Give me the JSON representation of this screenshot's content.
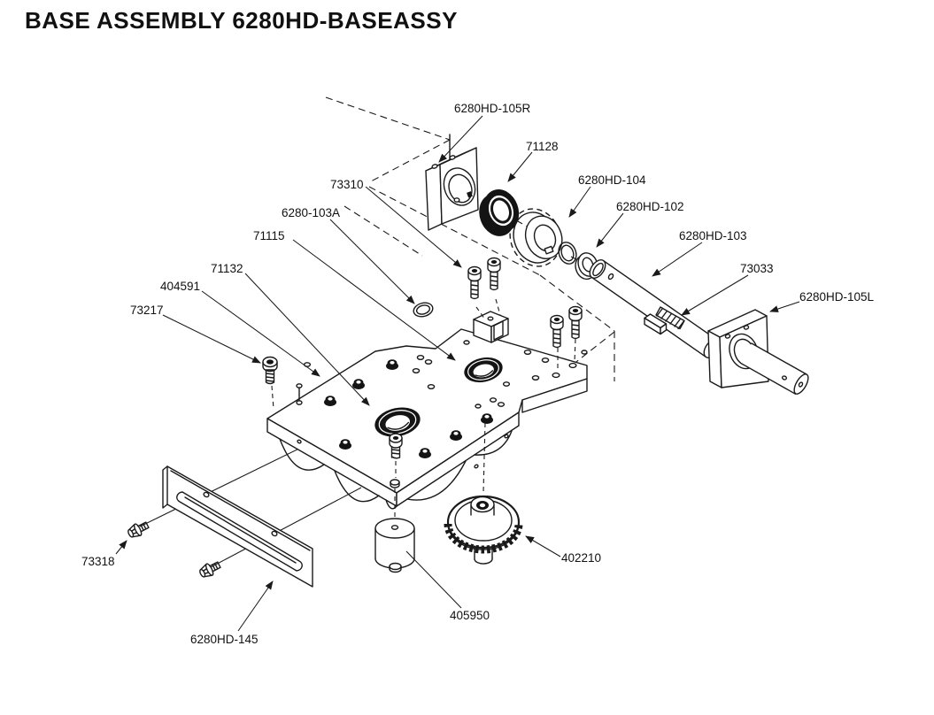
{
  "title": "BASE ASSEMBLY 6280HD-BASEASSY",
  "colors": {
    "line": "#1a1a1a",
    "background": "#ffffff",
    "text": "#111111"
  },
  "diagram": {
    "type": "exploded-assembly-diagram",
    "assembly_number": "6280HD-BASEASSY",
    "labels": [
      {
        "text": "6280HD-105R"
      },
      {
        "text": "71128"
      },
      {
        "text": "73310"
      },
      {
        "text": "6280-103A"
      },
      {
        "text": "6280HD-104"
      },
      {
        "text": "71115"
      },
      {
        "text": "6280HD-102"
      },
      {
        "text": "71132"
      },
      {
        "text": "6280HD-103"
      },
      {
        "text": "404591"
      },
      {
        "text": "73033"
      },
      {
        "text": "73217"
      },
      {
        "text": "6280HD-105L"
      },
      {
        "text": "73318"
      },
      {
        "text": "402210"
      },
      {
        "text": "405950"
      },
      {
        "text": "6280HD-145"
      }
    ]
  }
}
